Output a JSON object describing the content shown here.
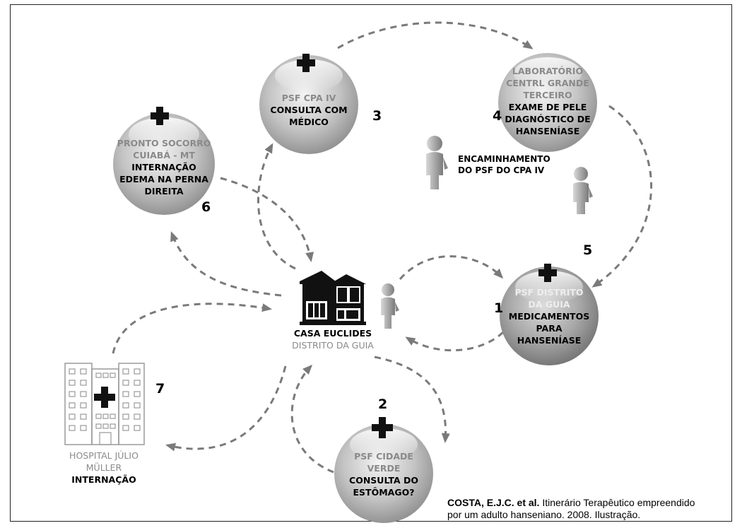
{
  "nodes": {
    "pronto": {
      "line1": "PRONTO SOCORRO",
      "line2": "CUIABÁ - MT",
      "line3": "INTERNAÇÃO",
      "line4": "EDEMA NA PERNA",
      "line5": "DIREITA"
    },
    "cpa": {
      "line1": "PSF CPA IV",
      "line2": "CONSULTA COM",
      "line3": "MÉDICO"
    },
    "lab": {
      "line1": "LABORATÓRIO",
      "line2": "CENTRL GRANDE",
      "line3": "TERCEIRO",
      "line4": "EXAME DE PELE",
      "line5": "DIAGNÓSTICO DE",
      "line6": "HANSENÍASE"
    },
    "guia": {
      "line1": "PSF DISTRITO",
      "line2": "DA GUIA",
      "line3": "MEDICAMENTOS",
      "line4": "PARA",
      "line5": "HANSENÍASE"
    },
    "verde": {
      "line1": "PSF CIDADE",
      "line2": "VERDE",
      "line3": "CONSULTA DO",
      "line4": "ESTÔMAGO?"
    },
    "casa": {
      "line1": "CASA EUCLIDES",
      "line2": "DISTRITO DA GUIA"
    },
    "hospital": {
      "line1": "HOSPITAL JÚLIO",
      "line2": "MÜLLER",
      "line3": "INTERNAÇÃO"
    }
  },
  "numbers": {
    "n1": "1",
    "n2": "2",
    "n3": "3",
    "n4": "4",
    "n5": "5",
    "n6": "6",
    "n7": "7"
  },
  "referral": {
    "line1": "ENCAMINHAMENTO",
    "line2": "DO PSF DO CPA IV"
  },
  "citation": {
    "authors": "COSTA, E.J.C. et al.",
    "title_part1": " Itinerário Terapêutico empreendido",
    "title_part2": "por um adulto hanseniano. 2008. Ilustração."
  },
  "colors": {
    "arrow": "#7a7a7a",
    "sphere_light": "#f2f2f2",
    "sphere_dark": "#8c8c8c",
    "cross": "#111111"
  },
  "icons": [
    "cross-icon",
    "person-icon",
    "house-icon",
    "hospital-building-icon"
  ]
}
